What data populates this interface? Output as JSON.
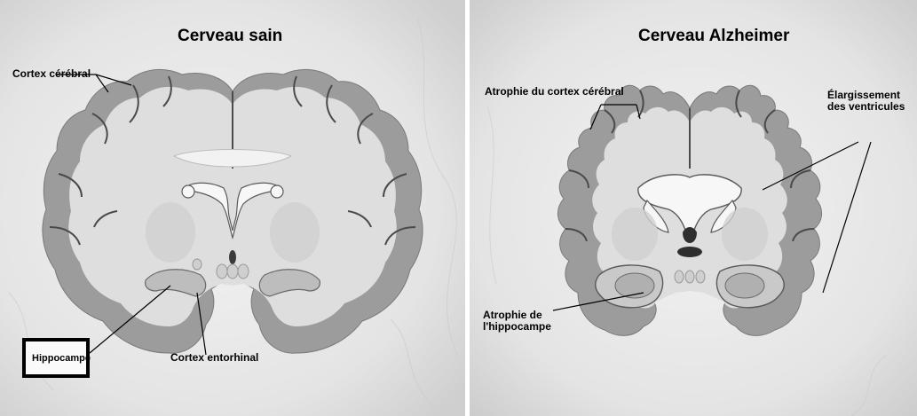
{
  "healthy": {
    "title": "Cerveau sain",
    "cortex_label": "Cortex cérébral",
    "hippocampus_label": "Hippocampe",
    "entorhinal_label": "Cortex entorhinal"
  },
  "alzheimer": {
    "title": "Cerveau Alzheimer",
    "cortex_atrophy_label": "Atrophie du cortex cérébral",
    "ventricles_label_line1": "Élargissement",
    "ventricles_label_line2": "des ventricules",
    "hippocampus_atrophy_label_line1": "Atrophie de",
    "hippocampus_atrophy_label_line2": "l'hippocampe"
  },
  "colors": {
    "background": "#e6e6e6",
    "cortex_grey_matter": "#9a9a9a",
    "white_matter": "#dedede",
    "ventricle": "#f6f6f6",
    "leader_line": "#000000"
  }
}
